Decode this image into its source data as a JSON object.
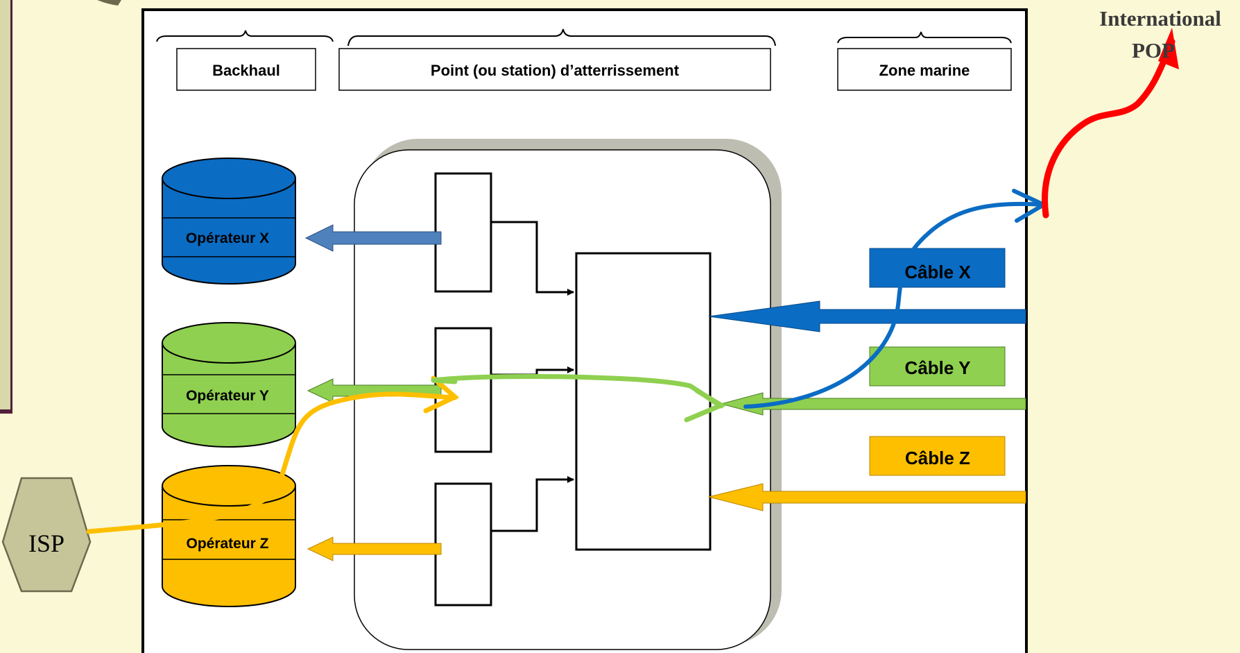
{
  "sections": {
    "backhaul": "Backhaul",
    "landing": "Point (ou station) d’atterrissement",
    "marine": "Zone marine"
  },
  "operators": [
    {
      "label": "Opérateur X",
      "color": "#0b6cc4"
    },
    {
      "label": "Opérateur Y",
      "color": "#8fd050"
    },
    {
      "label": "Opérateur Z",
      "color": "#fdbf00"
    }
  ],
  "cables": [
    {
      "label": "Câble X",
      "color": "#0b6cc4"
    },
    {
      "label": "Câble Y",
      "color": "#8fd050"
    },
    {
      "label": "Câble Z",
      "color": "#fdbf00"
    }
  ],
  "isp": {
    "label": "ISP",
    "color": "#c6c59a"
  },
  "pop": {
    "line1": "International",
    "line2": "POP",
    "color": "#ff0000"
  },
  "colors": {
    "background": "#fbf8d6",
    "left_panel": "#d9d8aa",
    "left_border": "#52203a",
    "blue": "#0b6cc4",
    "green": "#8fd050",
    "yellow": "#fdbf00",
    "red": "#ff0000"
  }
}
